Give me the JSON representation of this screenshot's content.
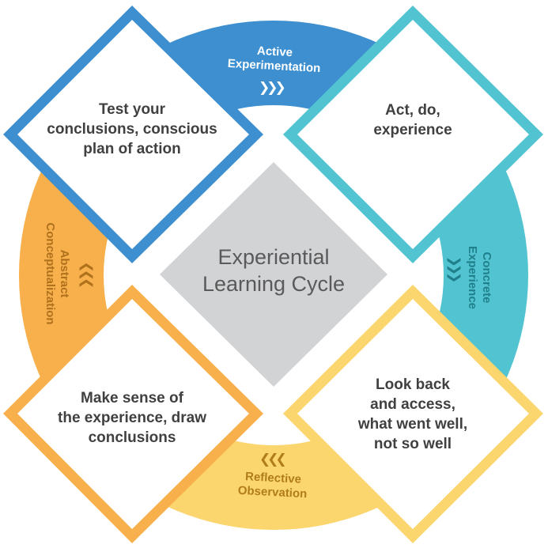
{
  "center": {
    "line1": "Experiential",
    "line2": "Learning Cycle"
  },
  "stages": {
    "top_left": {
      "lines": [
        "Test your",
        "conclusions, conscious",
        "plan of action"
      ],
      "color": "#3d8fcf"
    },
    "top_right": {
      "lines": [
        "Act, do,",
        "experience"
      ],
      "color": "#52c4d1"
    },
    "bottom_right": {
      "lines": [
        "Look back",
        "and access,",
        "what went well,",
        "not so well"
      ],
      "color": "#fbd56d"
    },
    "bottom_left": {
      "lines": [
        "Make sense of",
        "the experience, draw",
        "conclusions"
      ],
      "color": "#f7b04b"
    }
  },
  "ring_labels": {
    "active": {
      "line1": "Active",
      "line2": "Experimentation",
      "color": "#3d8fcf",
      "text_color": "#ffffff"
    },
    "concrete": {
      "line1": "Concrete",
      "line2": "Experience",
      "color": "#52c4d1",
      "text_color": "#1f7f8a"
    },
    "reflective": {
      "line1": "Reflective",
      "line2": "Observation",
      "color": "#fbd56d",
      "text_color": "#b07d1a"
    },
    "abstract": {
      "line1": "Abstract",
      "line2": "Conceptualization",
      "color": "#f7b04b",
      "text_color": "#b0711c"
    }
  },
  "chevrons": {
    "right": "❯❯❯",
    "down": "❯❯❯",
    "left": "❮❮❮",
    "up": "❮❮❮"
  }
}
